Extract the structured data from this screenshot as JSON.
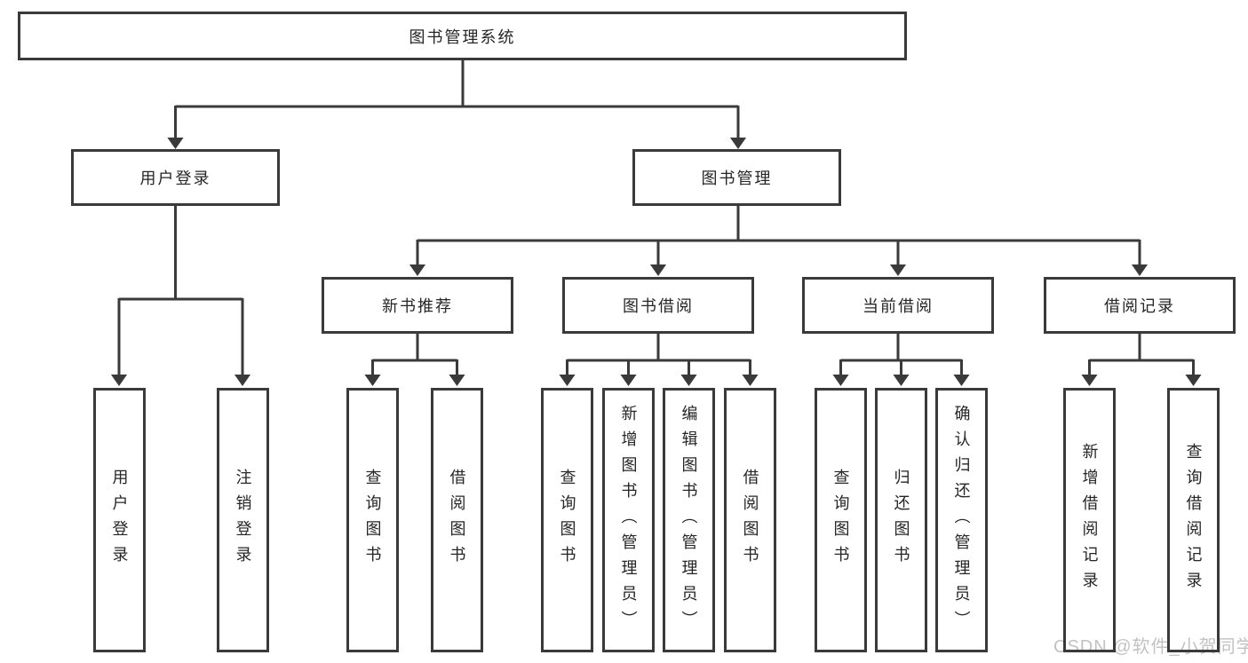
{
  "diagram": {
    "root": {
      "label": "图书管理系统"
    },
    "level2": [
      {
        "id": "user-login",
        "label": "用户登录",
        "children": [
          "用户登录",
          "注销登录"
        ]
      },
      {
        "id": "book-management",
        "label": "图书管理",
        "children": [
          {
            "label": "新书推荐",
            "children": [
              "查询图书",
              "借阅图书"
            ]
          },
          {
            "label": "图书借阅",
            "children": [
              "查询图书",
              "新增图书（管理员）",
              "编辑图书（管理员）",
              "借阅图书"
            ]
          },
          {
            "label": "当前借阅",
            "children": [
              "查询图书",
              "归还图书",
              "确认归还（管理员）"
            ]
          },
          {
            "label": "借阅记录",
            "children": [
              "新增借阅记录",
              "查询借阅记录"
            ]
          }
        ]
      }
    ]
  },
  "watermark": {
    "text": "CSDN @软件_小贺同学"
  },
  "colors": {
    "line": "#3a3a3a",
    "box_border": "#3a3a3a",
    "text": "#262626",
    "watermark_text": "#c2c2c2",
    "background": "#ffffff"
  }
}
